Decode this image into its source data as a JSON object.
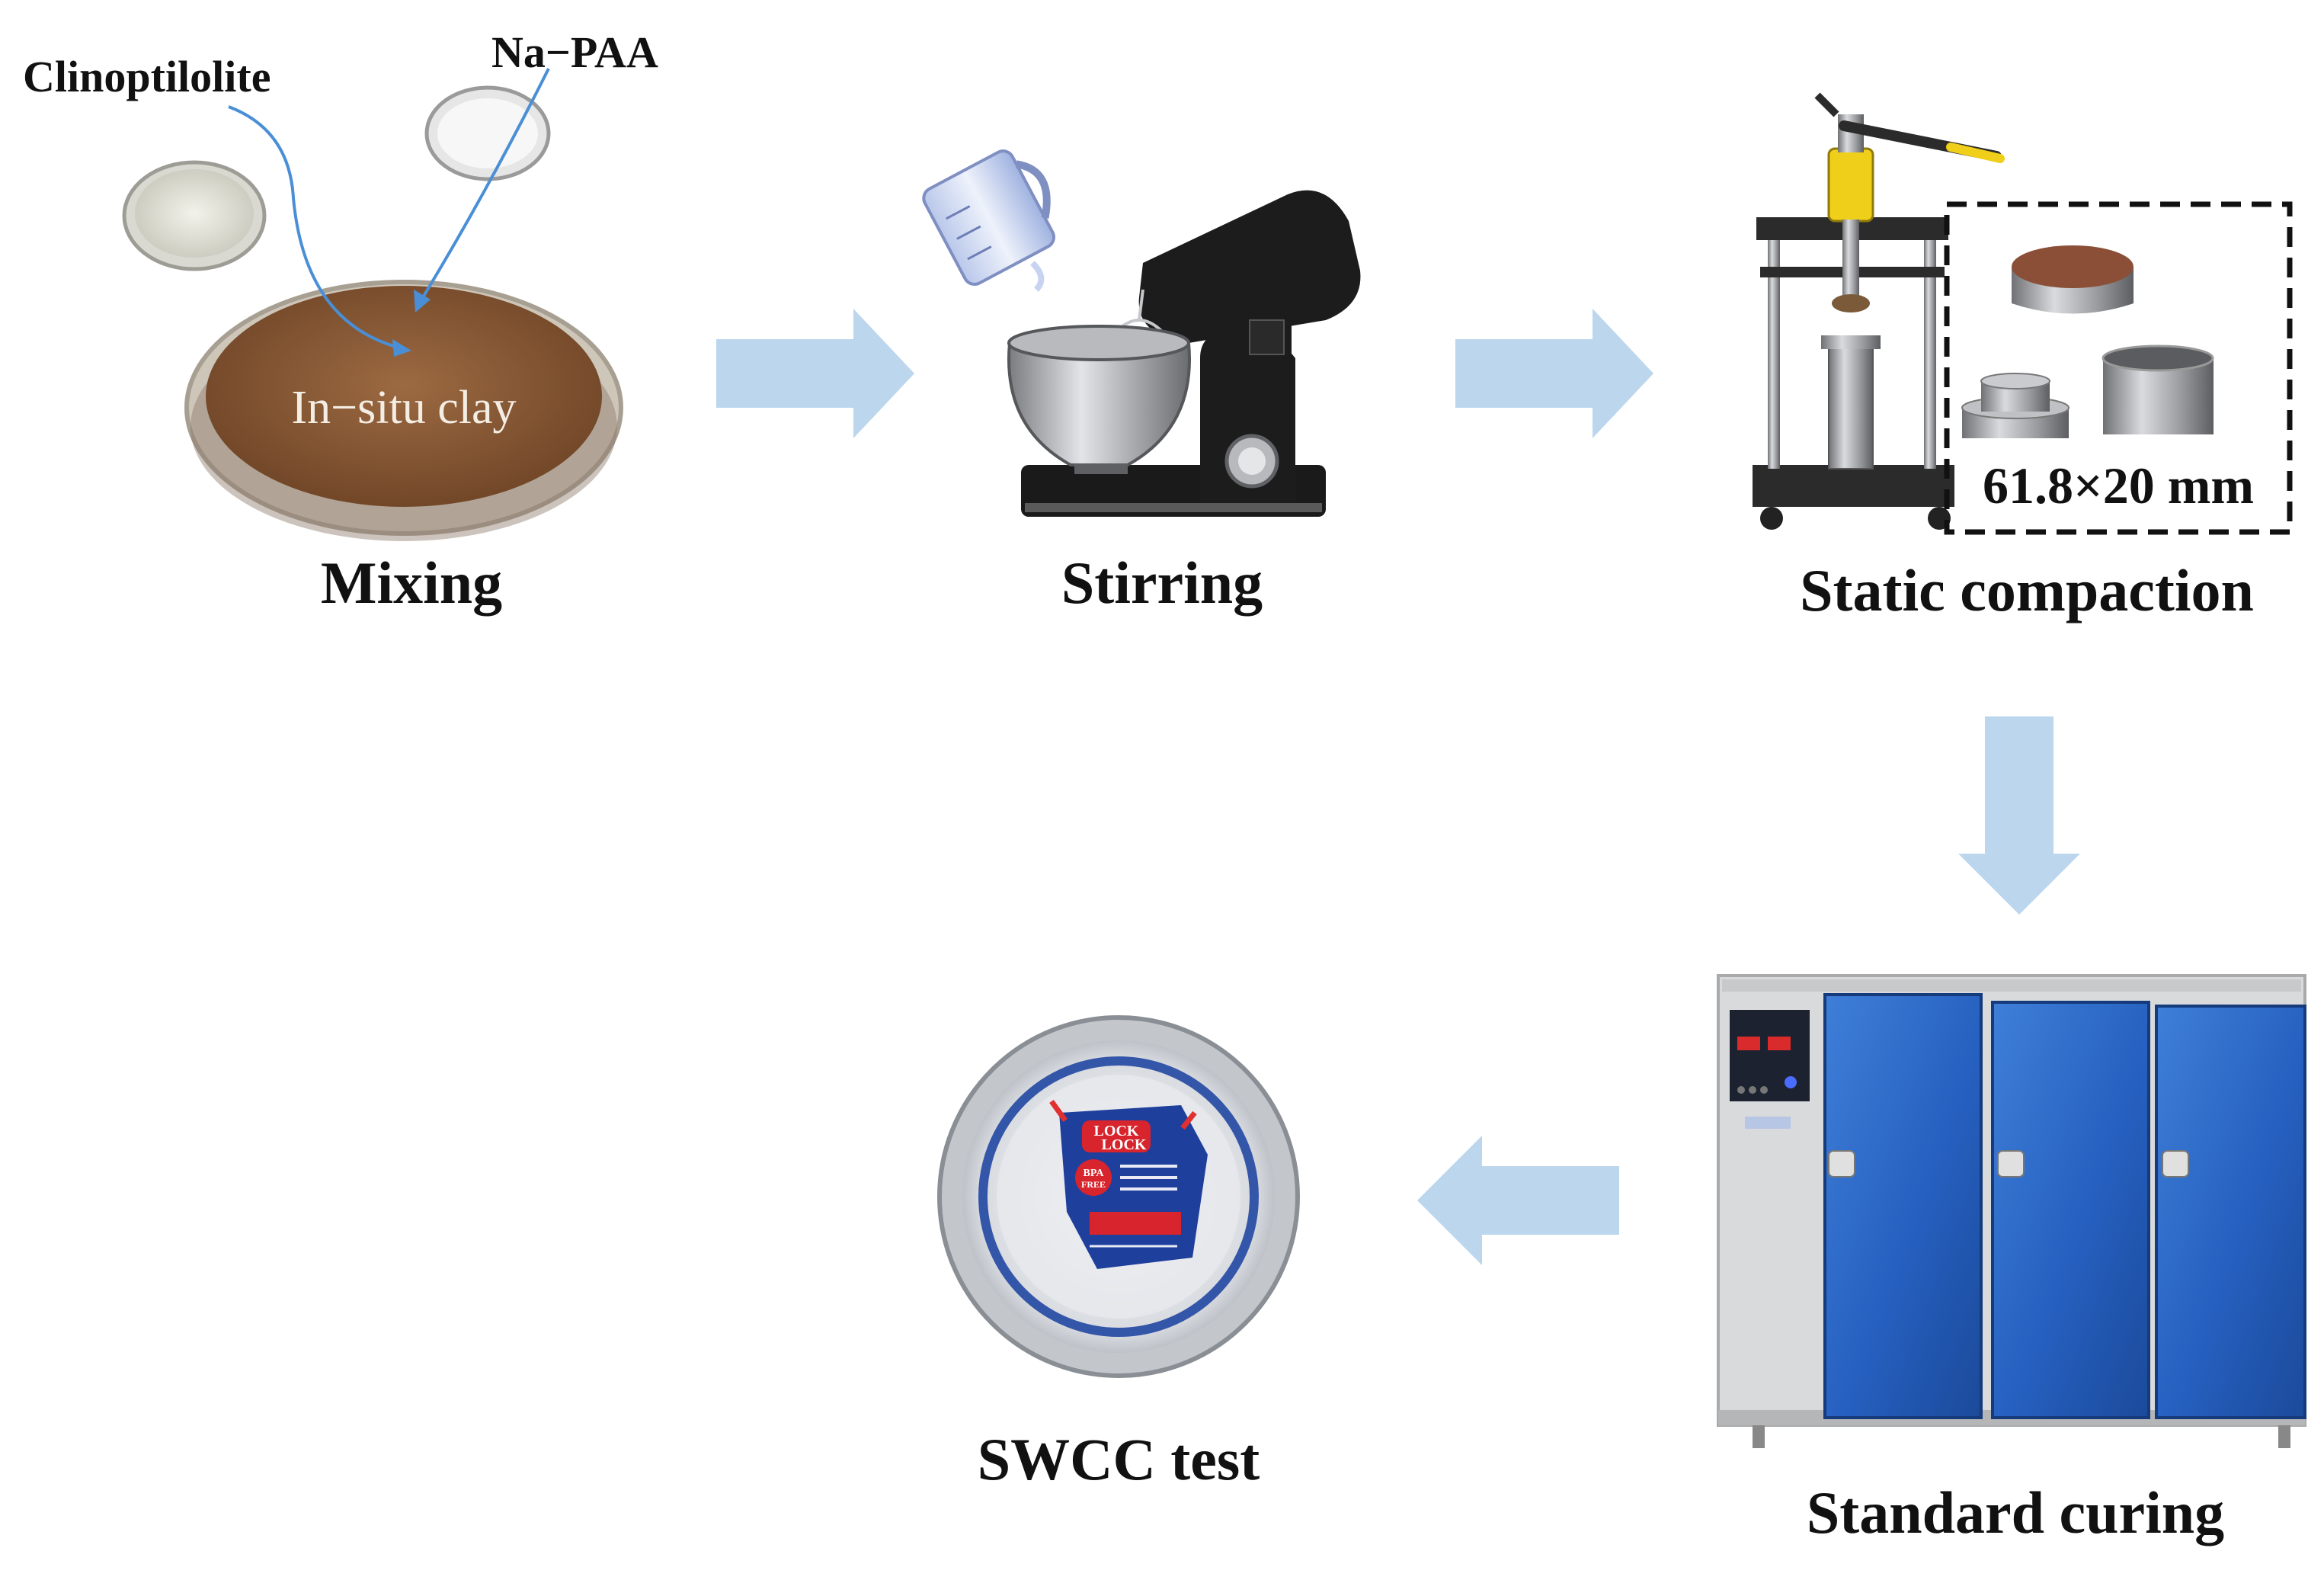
{
  "diagram": {
    "steps": [
      {
        "id": "mixing",
        "label": "Mixing"
      },
      {
        "id": "stirring",
        "label": "Stirring"
      },
      {
        "id": "static_compaction",
        "label": "Static compaction"
      },
      {
        "id": "standard_curing",
        "label": "Standard curing"
      },
      {
        "id": "swcc_test",
        "label": "SWCC test"
      }
    ],
    "mixing": {
      "ingredient_a": "Clinoptilolite",
      "ingredient_b": "Na−PAA",
      "base": "In−situ clay"
    },
    "compaction": {
      "specimen_size": "61.8×20 mm"
    },
    "swcc_lid": {
      "brand_line1": "LOCK",
      "brand_line2": "LOCK",
      "badge_line1": "BPA",
      "badge_line2": "FREE"
    },
    "colors": {
      "arrow": "#bcd6ee",
      "clay": "#8a5a36",
      "cabinet_door": "#2660c0",
      "cabinet_body": "#d9dadb",
      "mixer_body": "#1c1c1c",
      "steel": "#a9abae",
      "lid_ring": "#3456a8"
    }
  }
}
